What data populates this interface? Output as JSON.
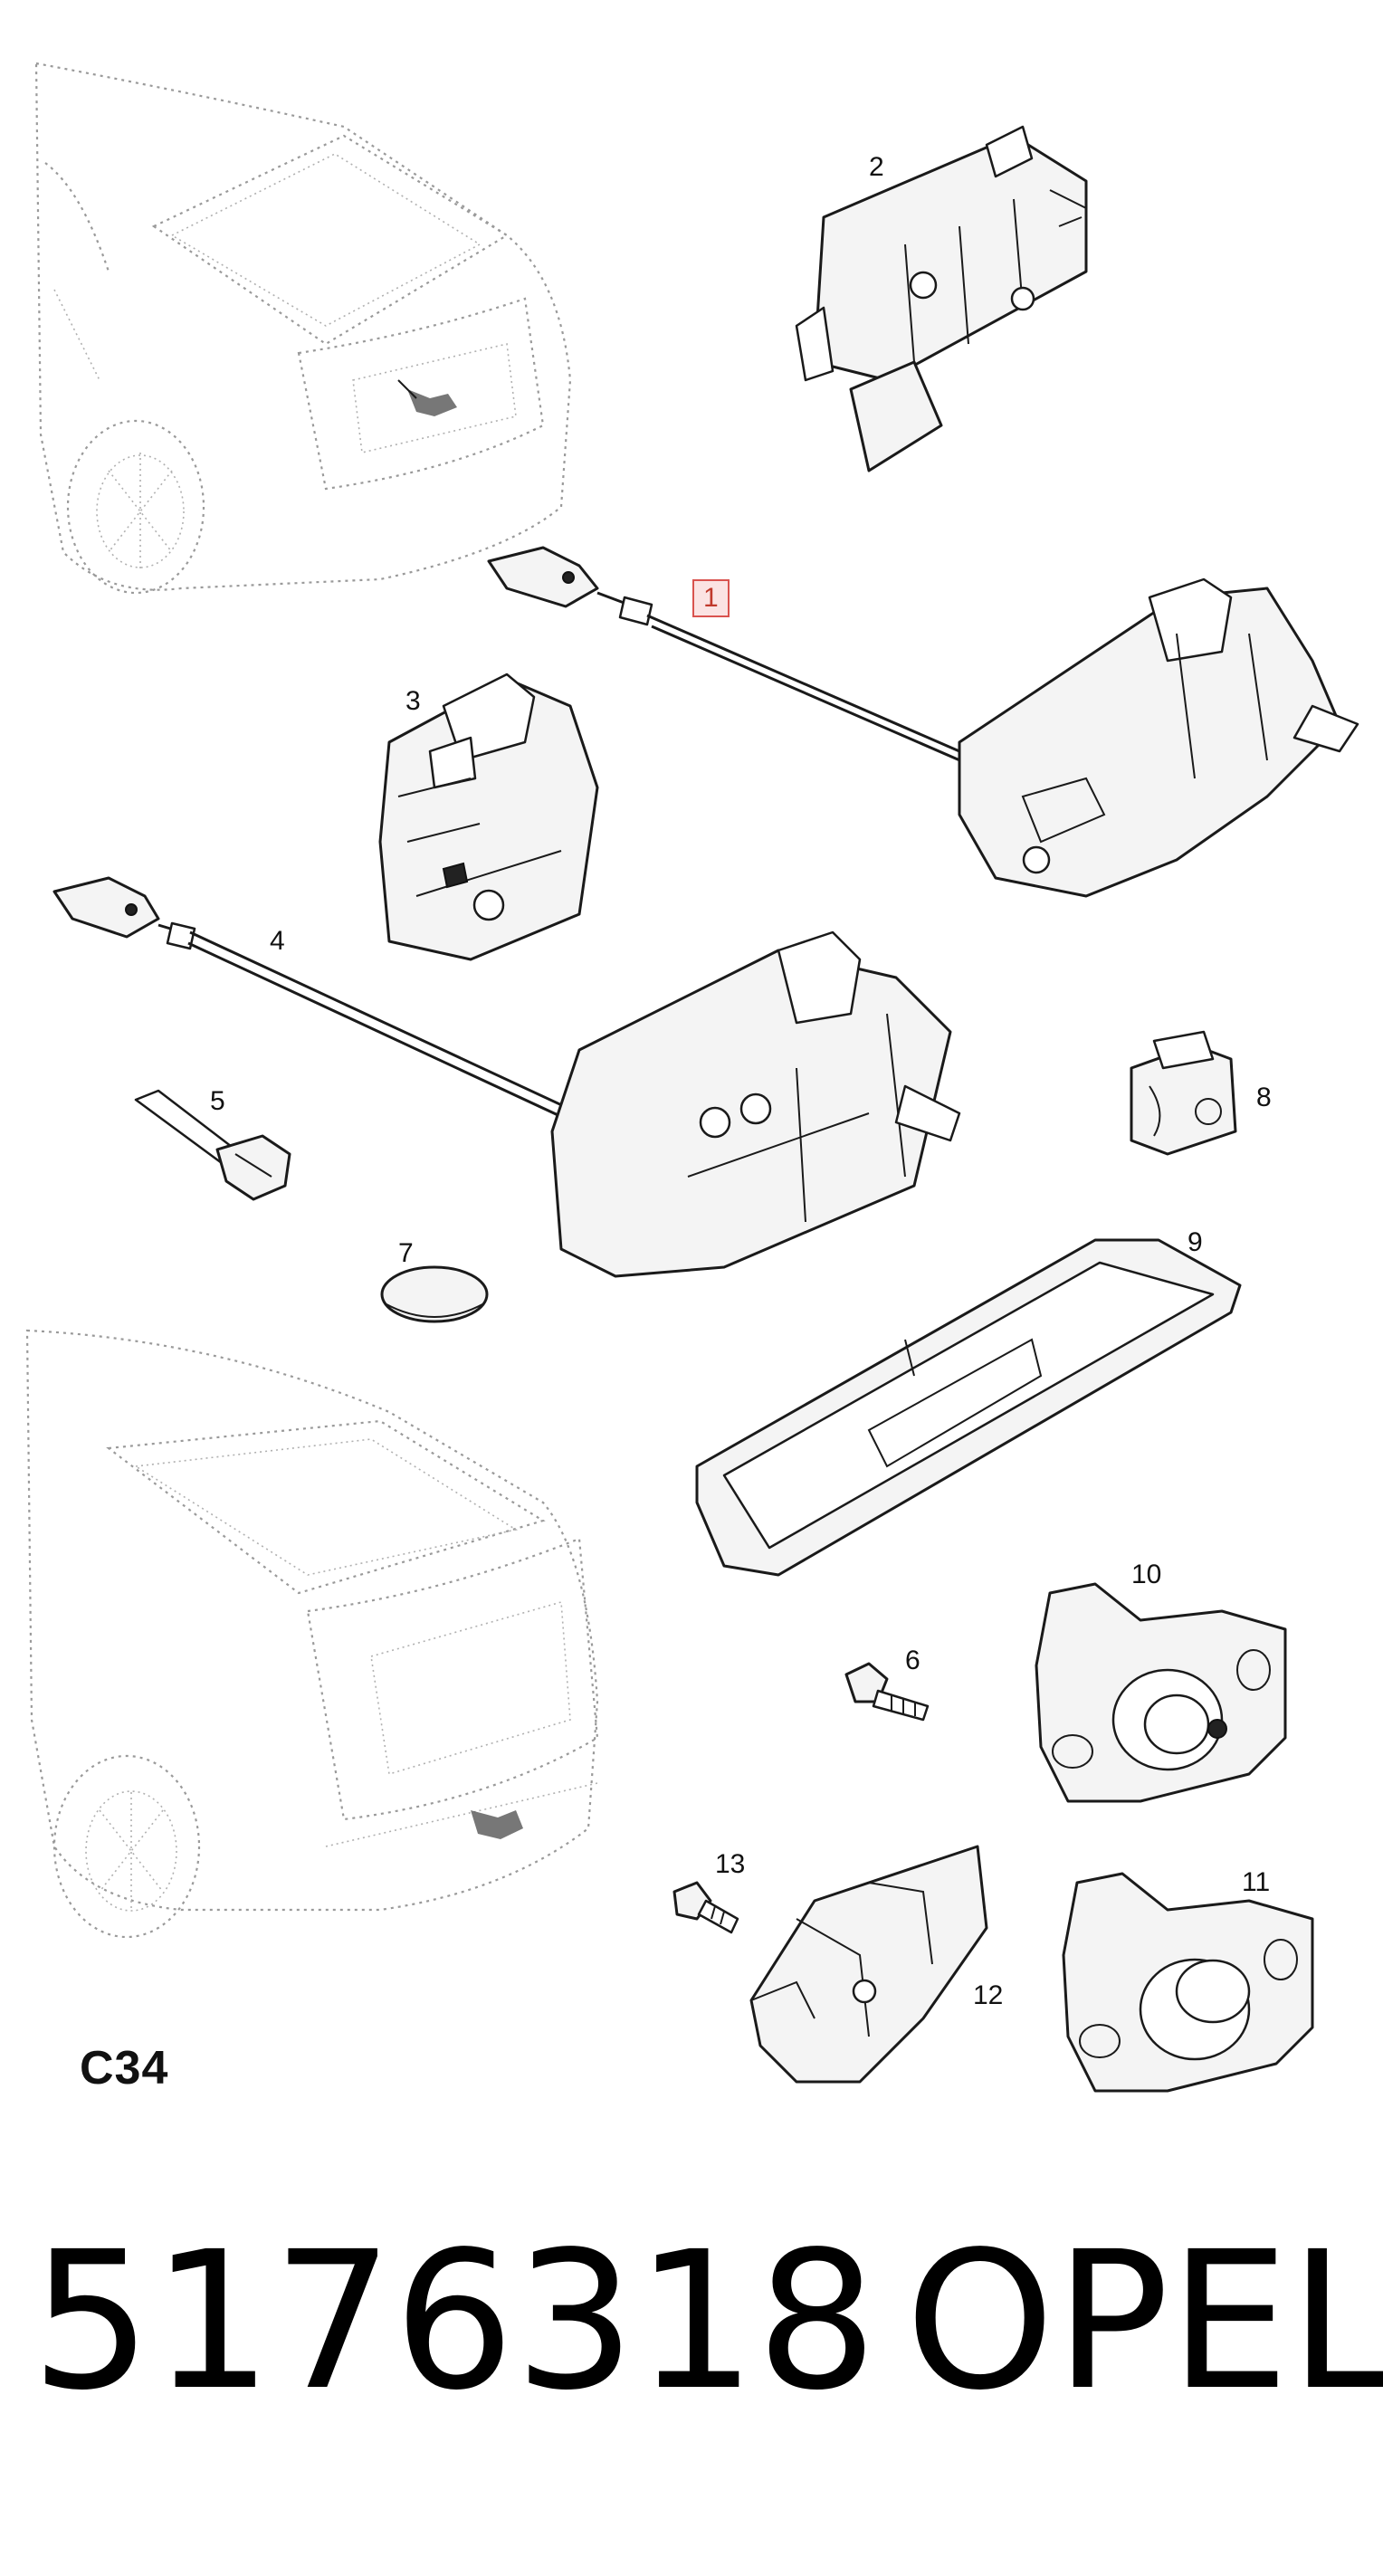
{
  "callouts": {
    "c1": "1",
    "c2": "2",
    "c3": "3",
    "c4": "4",
    "c5": "5",
    "c6": "6",
    "c7": "7",
    "c8": "8",
    "c9": "9",
    "c10": "10",
    "c11": "11",
    "c12": "12",
    "c13": "13"
  },
  "code_label": "C34",
  "part_number": "5176318",
  "brand": "OPEL",
  "colors": {
    "highlight_border": "#d9534f",
    "highlight_fill": "#fbe3e3",
    "ink": "#1a1a1a"
  }
}
